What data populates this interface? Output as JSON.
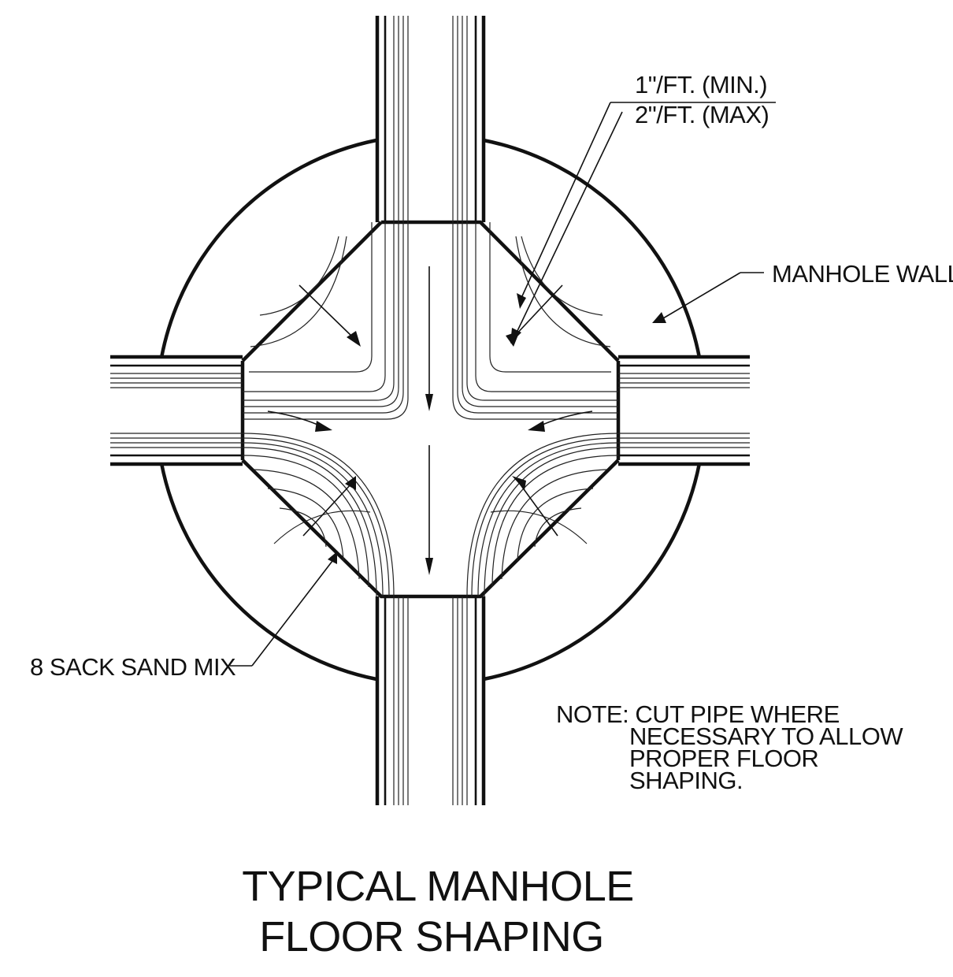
{
  "drawing": {
    "labels": {
      "slope_min": "1\"/FT. (MIN.)",
      "slope_max": "2\"/FT. (MAX)",
      "manhole_wall": "MANHOLE WALL",
      "sand_mix": "8 SACK SAND MIX",
      "note_lines": [
        "NOTE: CUT PIPE WHERE",
        "NECESSARY TO ALLOW",
        "PROPER FLOOR",
        "SHAPING."
      ]
    },
    "title_lines": [
      "TYPICAL MANHOLE",
      "FLOOR SHAPING"
    ]
  }
}
